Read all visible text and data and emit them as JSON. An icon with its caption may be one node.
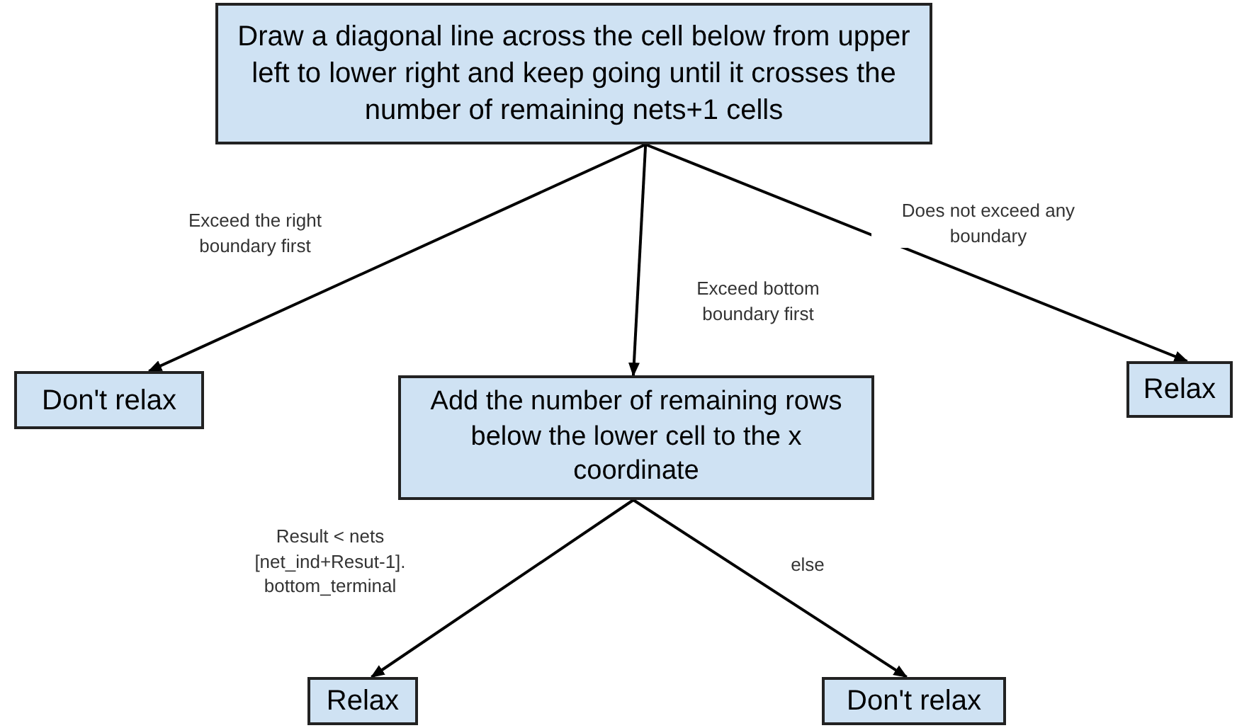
{
  "diagram": {
    "nodes": [
      {
        "text": [
          "Draw a diagonal line across the cell below from upper left to lower right and keep going until it crosses the number of remaining nets+1 cells"
        ]
      },
      {
        "text": [
          "Don't relax"
        ]
      },
      {
        "text": [
          "Add the number of remaining rows below the lower cell to the x coordinate"
        ]
      },
      {
        "text": [
          "Relax"
        ]
      },
      {
        "text": [
          "Relax"
        ]
      },
      {
        "text": [
          "Don't relax"
        ]
      }
    ],
    "edges": [
      {
        "from": 0,
        "to": 1,
        "arrow": "to",
        "label": "Exceed the right boundary first"
      },
      {
        "from": 0,
        "to": 2,
        "arrow": "to",
        "label": "Exceed bottom boundary first"
      },
      {
        "from": 0,
        "to": 3,
        "arrow": "to",
        "label": "Does not exceed any boundary"
      },
      {
        "from": 2,
        "to": 4,
        "arrow": "to",
        "label": "Result < nets [net_ind+Resut-1]. bottom_terminal"
      },
      {
        "from": 2,
        "to": 5,
        "arrow": "to",
        "label": "else"
      }
    ]
  }
}
